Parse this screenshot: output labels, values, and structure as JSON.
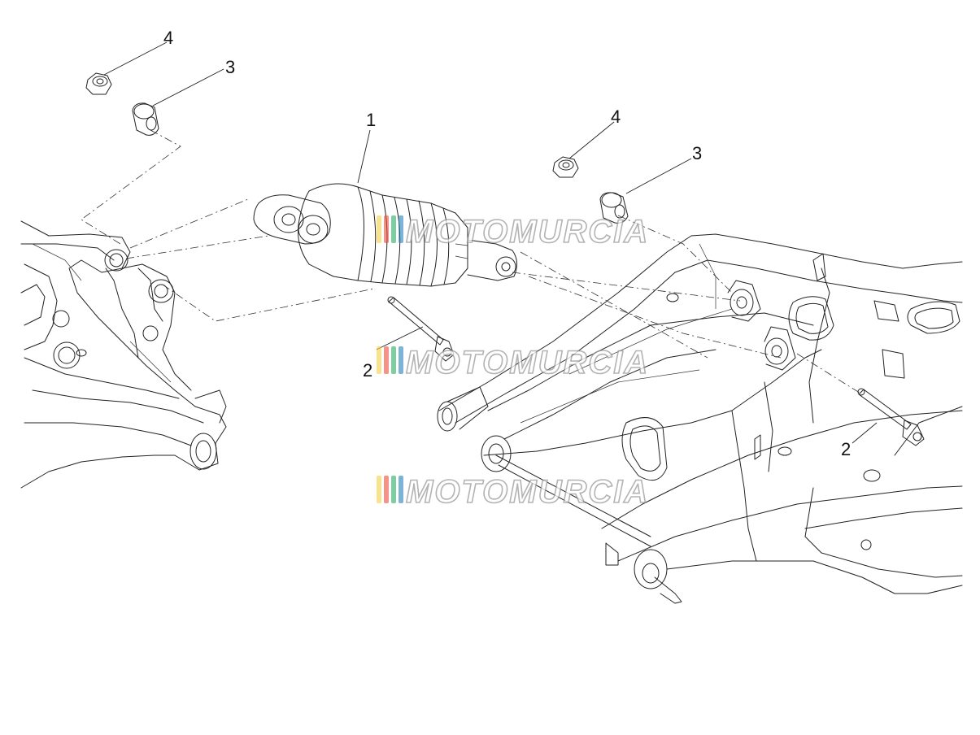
{
  "callouts": {
    "c1": "1",
    "c2a": "2",
    "c2b": "2",
    "c3a": "3",
    "c3b": "3",
    "c4a": "4",
    "c4b": "4"
  },
  "watermark": {
    "text": "MOTOMURCIA",
    "colors": [
      "#f4d03f",
      "#e74c3c",
      "#27ae60",
      "#2980b9"
    ]
  }
}
